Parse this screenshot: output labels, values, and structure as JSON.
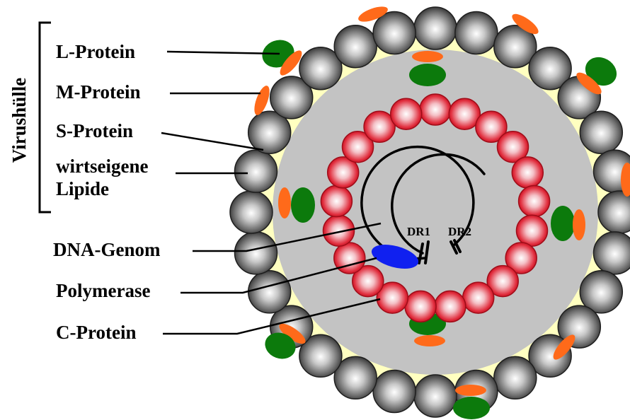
{
  "envelope_bracket_label": "Virushülle",
  "labels": {
    "l_protein": "L-Protein",
    "m_protein": "M-Protein",
    "s_protein": "S-Protein",
    "lipids_line1": "wirtseigene",
    "lipids_line2": "Lipide",
    "dna_genome": "DNA-Genom",
    "polymerase": "Polymerase",
    "c_protein": "C-Protein",
    "dr1": "DR1",
    "dr2": "DR2"
  },
  "colors": {
    "lipid_envelope": "#ffffc0",
    "core_interior": "#c3c3c3",
    "s_protein": "#707070",
    "l_protein": "#0c7a0c",
    "m_protein": "#ff6a1a",
    "c_protein": "#d01828",
    "polymerase": "#1020f0",
    "dna": "#000000"
  }
}
